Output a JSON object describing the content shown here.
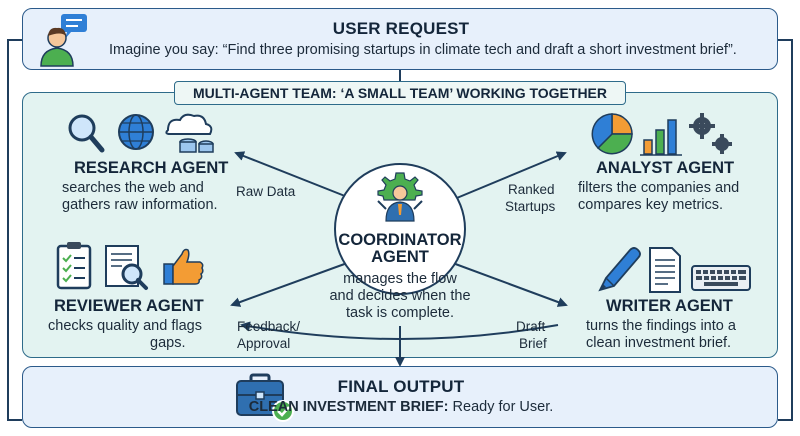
{
  "user_request": {
    "title": "USER REQUEST",
    "text": "Imagine you say: “Find three promising startups in climate tech and draft a short investment brief”."
  },
  "team_banner": "MULTI-AGENT TEAM: ‘A SMALL TEAM’ WORKING TOGETHER",
  "coordinator": {
    "title_line1": "COORDINATOR",
    "title_line2": "AGENT",
    "desc_line1": "manages the flow",
    "desc_line2": "and decides when the",
    "desc_line3": "task is complete."
  },
  "research": {
    "title": "RESEARCH AGENT",
    "desc_line1": "searches the web and",
    "desc_line2": "gathers raw information."
  },
  "analyst": {
    "title": "ANALYST AGENT",
    "desc_line1": "filters the companies and",
    "desc_line2": "compares key metrics."
  },
  "reviewer": {
    "title": "REVIEWER AGENT",
    "desc_line1": "checks quality and flags",
    "desc_line2": "gaps."
  },
  "writer": {
    "title": "WRITER AGENT",
    "desc_line1": "turns the findings into a",
    "desc_line2": "clean investment brief."
  },
  "flows": {
    "raw_data": "Raw Data",
    "ranked_line1": "Ranked",
    "ranked_line2": "Startups",
    "feedback_line1": "Feedback/",
    "feedback_line2": "Approval",
    "draft_line1": "Draft",
    "draft_line2": "Brief"
  },
  "final_output": {
    "title": "FINAL OUTPUT",
    "label_bold": "CLEAN INVESTMENT BRIEF:",
    "label_rest": " Ready for User."
  },
  "colors": {
    "navy": "#1f3d5c",
    "panel_blue": "#e7f0fb",
    "panel_teal": "#e3f3f1",
    "accent_green": "#4caf50",
    "accent_orange": "#f39c34"
  }
}
